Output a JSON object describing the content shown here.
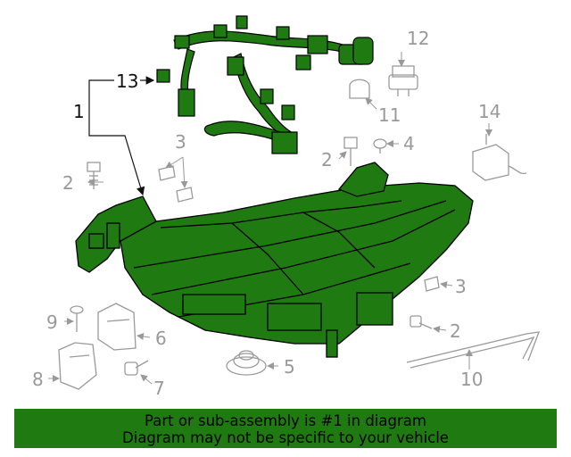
{
  "callouts": {
    "c1": "1",
    "c2a": "2",
    "c2b": "2",
    "c2c": "2",
    "c3a": "3",
    "c3b": "3",
    "c4": "4",
    "c5": "5",
    "c6": "6",
    "c7": "7",
    "c8": "8",
    "c9": "9",
    "c10": "10",
    "c11": "11",
    "c12": "12",
    "c13": "13",
    "c14": "14"
  },
  "footer": {
    "line1": "Part or sub-assembly is #1 in diagram",
    "line2": "Diagram may not be specific to your vehicle"
  },
  "colors": {
    "highlight": "#1f7a12",
    "part_gray": "#9a9a9a",
    "outline": "#000000"
  }
}
